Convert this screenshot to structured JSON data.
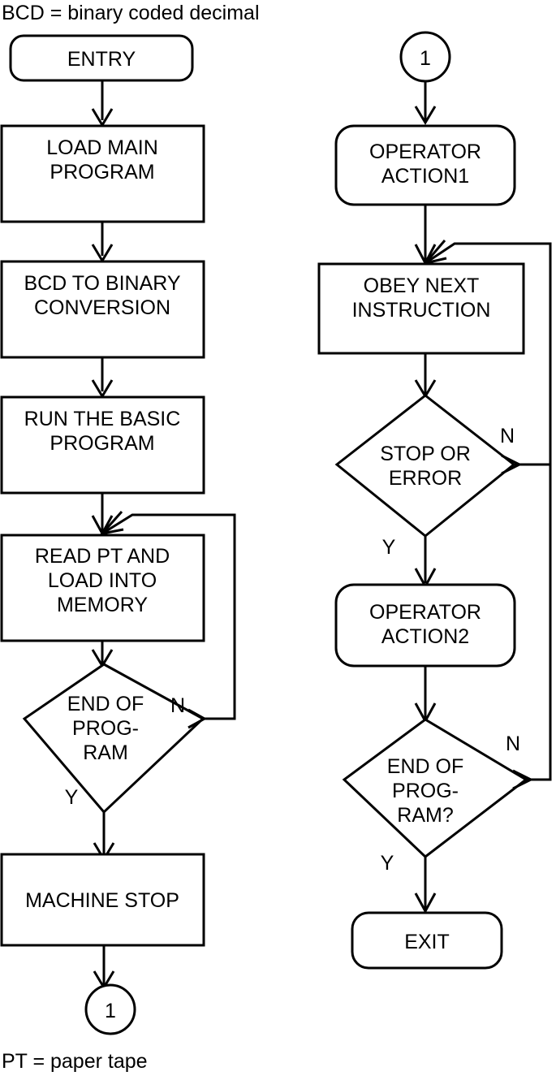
{
  "diagram": {
    "title_note_top": "BCD = binary coded decimal",
    "title_note_bottom": "PT = paper tape",
    "stroke_color": "#000000",
    "fill_color": "#ffffff",
    "background": "#ffffff"
  },
  "left_column": {
    "entry": {
      "label": "ENTRY",
      "shape": "rounded-rect"
    },
    "load_main_program": {
      "line1": "LOAD MAIN",
      "line2": "PROGRAM",
      "shape": "rect"
    },
    "bcd_to_binary": {
      "line1": "BCD TO BINARY",
      "line2": "CONVERSION",
      "shape": "rect"
    },
    "run_basic": {
      "line1": "RUN THE BASIC",
      "line2": "PROGRAM",
      "shape": "rect"
    },
    "read_pt": {
      "line1": "READ PT AND",
      "line2": "LOAD INTO",
      "line3": "MEMORY",
      "shape": "rect"
    },
    "end_of_program": {
      "line1": "END OF",
      "line2": "PROG-",
      "line3": "RAM",
      "shape": "diamond"
    },
    "machine_stop": {
      "label": "MACHINE STOP",
      "shape": "rect"
    },
    "connector_out": {
      "label": "1",
      "shape": "circle"
    },
    "branch_no": "N",
    "branch_yes": "Y"
  },
  "right_column": {
    "connector_in": {
      "label": "1",
      "shape": "circle"
    },
    "operator_action1": {
      "line1": "OPERATOR",
      "line2": "ACTION1",
      "shape": "rounded-rect"
    },
    "obey_next_instruction": {
      "line1": "OBEY NEXT",
      "line2": "INSTRUCTION",
      "shape": "rect"
    },
    "stop_or_error": {
      "line1": "STOP OR",
      "line2": "ERROR",
      "shape": "diamond"
    },
    "operator_action2": {
      "line1": "OPERATOR",
      "line2": "ACTION2",
      "shape": "rounded-rect"
    },
    "end_of_program_q": {
      "line1": "END OF",
      "line2": "PROG-",
      "line3": "RAM?",
      "shape": "diamond"
    },
    "exit": {
      "label": "EXIT",
      "shape": "rounded-rect"
    },
    "branch_stop_no": "N",
    "branch_stop_yes": "Y",
    "branch_end_no": "N",
    "branch_end_yes": "Y"
  }
}
